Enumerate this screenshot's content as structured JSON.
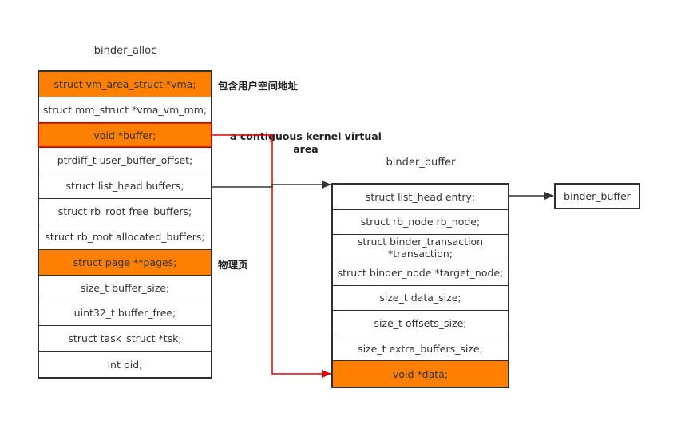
{
  "binder_alloc": {
    "title": "binder_alloc",
    "fields": [
      {
        "label": "struct vm_area_struct *vma;",
        "highlight": true
      },
      {
        "label": "struct mm_struct *vma_vm_mm;",
        "highlight": false
      },
      {
        "label": "void *buffer;",
        "highlight": true
      },
      {
        "label": "ptrdiff_t user_buffer_offset;",
        "highlight": false
      },
      {
        "label": "struct list_head buffers;",
        "highlight": false
      },
      {
        "label": "struct rb_root free_buffers;",
        "highlight": false
      },
      {
        "label": "struct rb_root allocated_buffers;",
        "highlight": false
      },
      {
        "label": "struct page **pages;",
        "highlight": true
      },
      {
        "label": "size_t buffer_size;",
        "highlight": false
      },
      {
        "label": "uint32_t buffer_free;",
        "highlight": false
      },
      {
        "label": "struct task_struct *tsk;",
        "highlight": false
      },
      {
        "label": "int pid;",
        "highlight": false
      }
    ]
  },
  "binder_buffer": {
    "title": "binder_buffer",
    "fields": [
      {
        "label": "struct list_head entry;",
        "highlight": false
      },
      {
        "label": "struct rb_node rb_node;",
        "highlight": false
      },
      {
        "label": "struct binder_transaction *transaction;",
        "highlight": false
      },
      {
        "label": "struct binder_node *target_node;",
        "highlight": false
      },
      {
        "label": "size_t data_size;",
        "highlight": false
      },
      {
        "label": "size_t offsets_size;",
        "highlight": false
      },
      {
        "label": "size_t extra_buffers_size;",
        "highlight": false
      },
      {
        "label": "void *data;",
        "highlight": true
      }
    ]
  },
  "next_buffer": {
    "label": "binder_buffer"
  },
  "annotations": {
    "vma_note": "包含用户空间地址",
    "kernel_area_note": "a contiguous kernel virtual area",
    "pages_note": "物理页"
  },
  "colors": {
    "highlight": "#ff8000",
    "border": "#2f2f2f",
    "red_arrow": "#e00000",
    "gray_arrow": "#333333"
  }
}
